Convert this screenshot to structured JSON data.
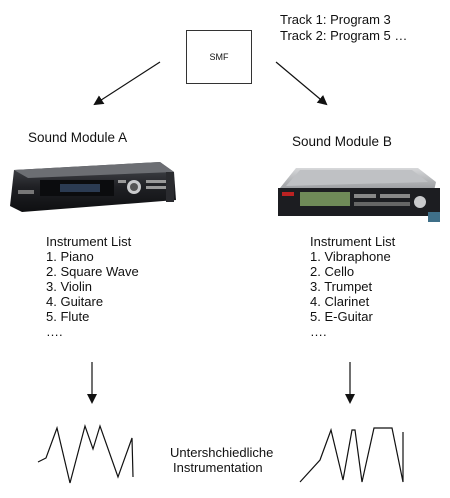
{
  "smf": {
    "label": "SMF"
  },
  "tracks": [
    "Track 1: Program 3",
    "Track 2: Program 5 …"
  ],
  "module_a": {
    "title": "Sound Module A",
    "list_title": "Instrument List",
    "items": [
      "1. Piano",
      "2. Square Wave",
      "3. Violin",
      "4. Guitare",
      "5. Flute",
      "…."
    ]
  },
  "module_b": {
    "title": "Sound Module B",
    "list_title": "Instrument List",
    "items": [
      "1. Vibraphone",
      "2. Cello",
      "3. Trumpet",
      "4. Clarinet",
      "5. E-Guitar",
      "…."
    ]
  },
  "caption": {
    "line1": "Untershchiedliche",
    "line2": "Instrumentation"
  },
  "colors": {
    "line": "#111111",
    "device_dark": "#1c1d21",
    "device_grey": "#3a3c40",
    "lcd": "#6f8a58"
  }
}
